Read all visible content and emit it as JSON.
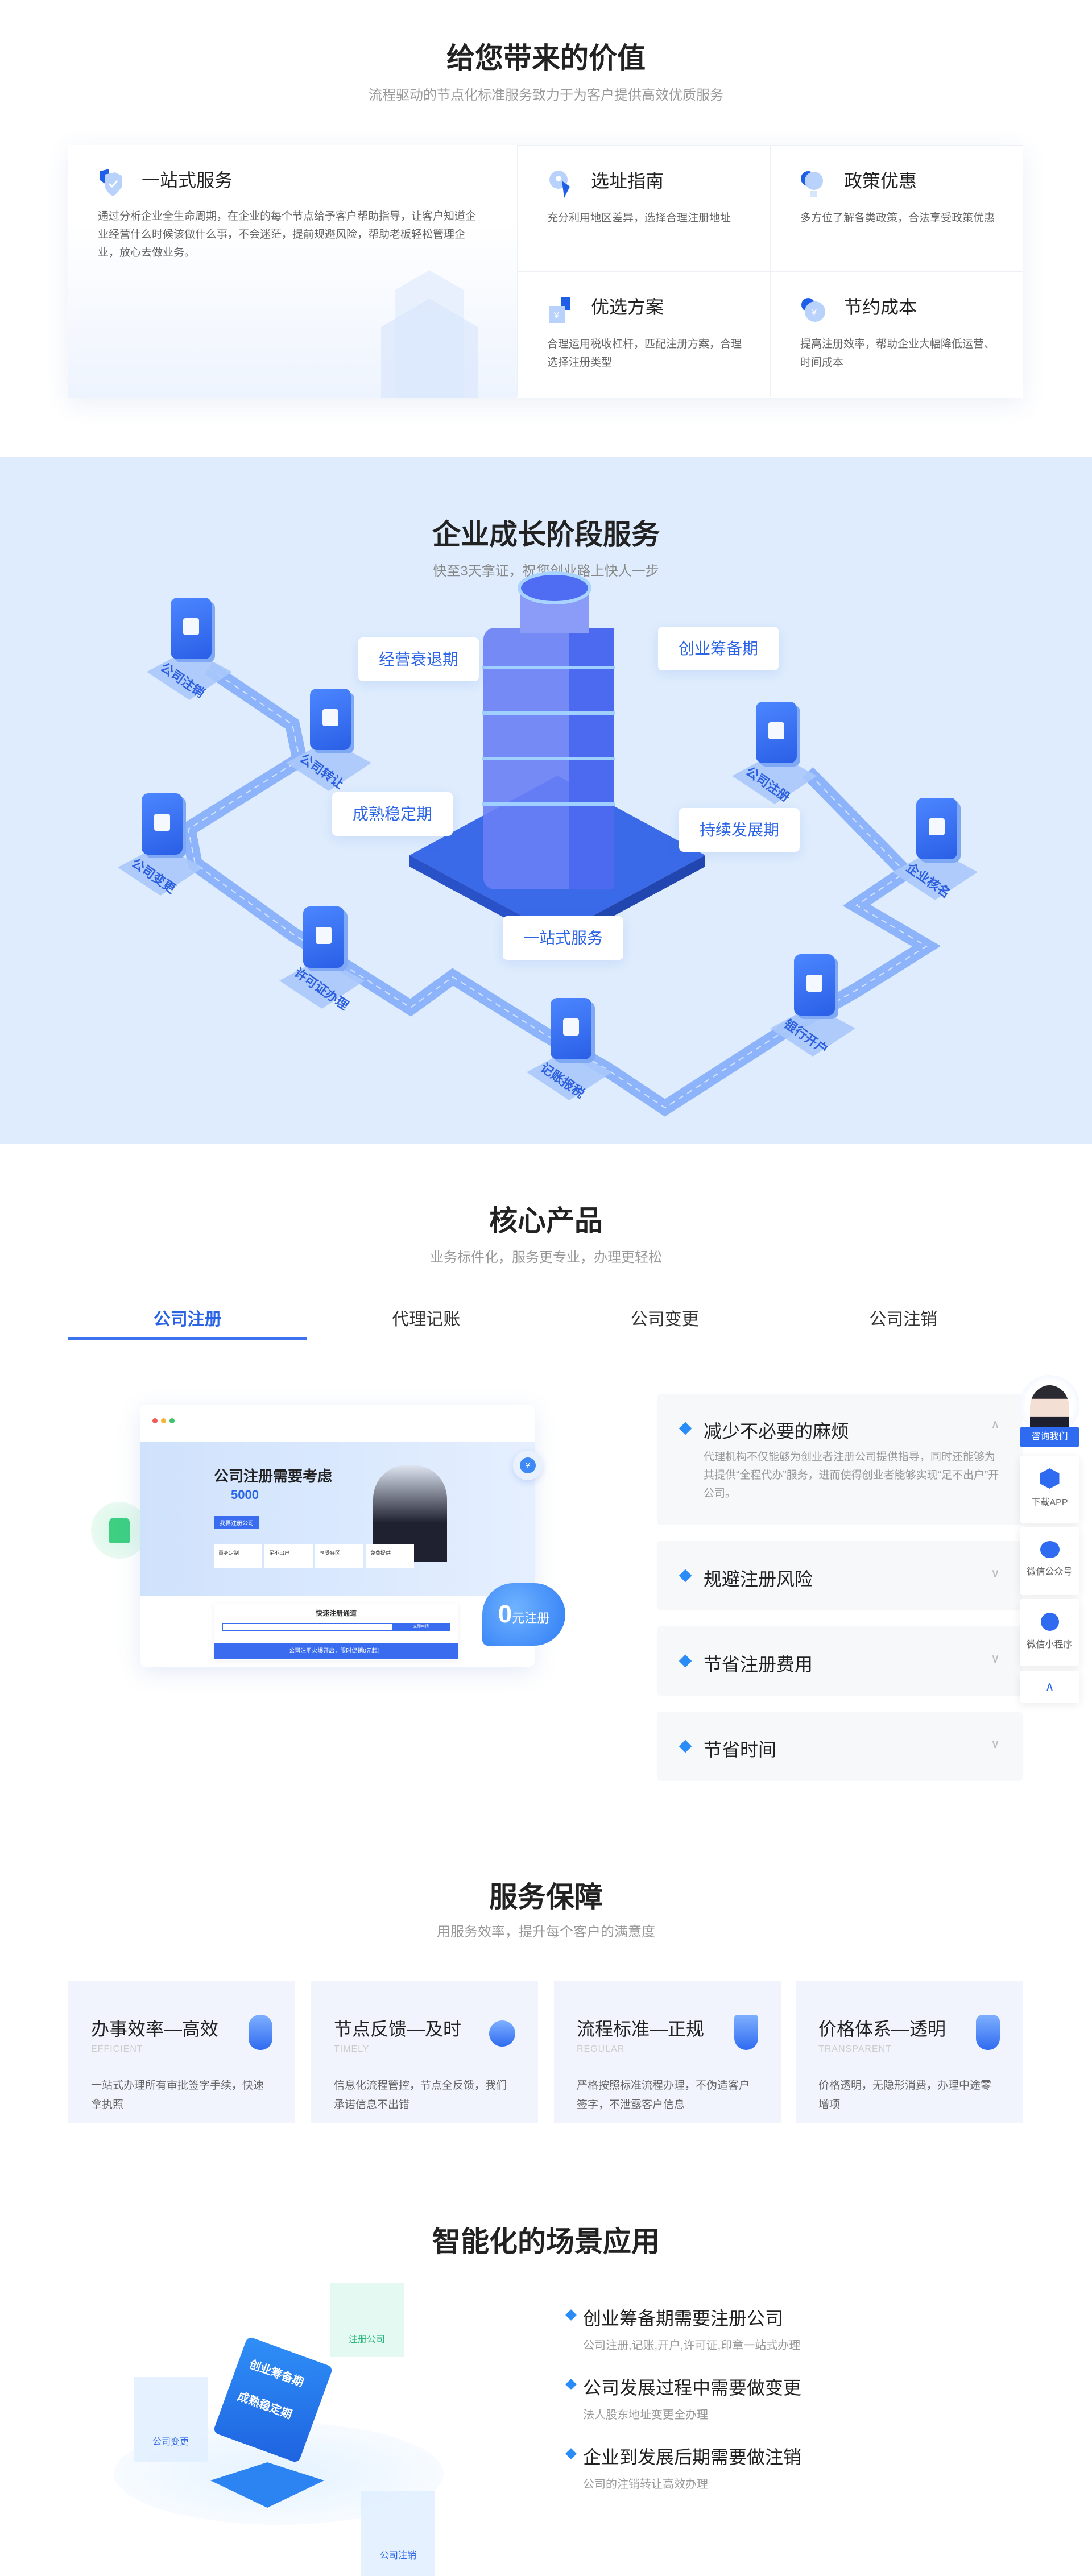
{
  "value": {
    "title": "给您带来的价值",
    "subtitle": "流程驱动的节点化标准服务致力于为客户提供高效优质服务",
    "main": {
      "title": "一站式服务",
      "desc": "通过分析企业全生命周期，在企业的每个节点给予客户帮助指导，让客户知道企业经营什么时候该做什么事，不会迷茫，提前规避风险，帮助老板轻松管理企业，放心去做业务。"
    },
    "items": [
      {
        "title": "选址指南",
        "desc": "充分利用地区差异，选择合理注册地址"
      },
      {
        "title": "政策优惠",
        "desc": "多方位了解各类政策，合法享受政策优惠"
      },
      {
        "title": "优选方案",
        "desc": "合理运用税收杠杆，匹配注册方案，合理选择注册类型"
      },
      {
        "title": "节约成本",
        "desc": "提高注册效率，帮助企业大幅降低运营、时间成本"
      }
    ]
  },
  "growth": {
    "title": "企业成长阶段服务",
    "subtitle": "快至3天拿证，祝您创业路上快人一步",
    "stages": {
      "decline": "经营衰退期",
      "prep": "创业筹备期",
      "mature": "成熟稳定期",
      "develop": "持续发展期",
      "onestop": "一站式服务"
    },
    "nodes": [
      "公司注销",
      "公司转让",
      "公司变更",
      "许可证办理",
      "记账报税",
      "银行开户",
      "企业核名",
      "公司注册"
    ]
  },
  "products": {
    "title": "核心产品",
    "subtitle": "业务标件化，服务更专业，办理更轻松",
    "tabs": [
      "公司注册",
      "代理记账",
      "公司变更",
      "公司注销"
    ],
    "mock": {
      "headline": "公司注册需要考虑",
      "number": "5000",
      "cta": "我要注册公司",
      "features": [
        "量身定制",
        "足不出户",
        "享受各区",
        "免费提供"
      ],
      "form_title": "快速注册通道",
      "submit": "立即申请",
      "banner": "公司注册火爆开启，限时促销0元起！",
      "badge_num": "0",
      "badge_text": "元注册"
    },
    "accordion": [
      {
        "title": "减少不必要的麻烦",
        "desc": "代理机构不仅能够为创业者注册公司提供指导，同时还能够为其提供“全程代办”服务，进而使得创业者能够实现“足不出户”开公司。"
      },
      {
        "title": "规避注册风险"
      },
      {
        "title": "节省注册费用"
      },
      {
        "title": "节省时间"
      }
    ]
  },
  "guarantee": {
    "title": "服务保障",
    "subtitle": "用服务效率，提升每个客户的满意度",
    "cards": [
      {
        "title": "办事效率—高效",
        "en": "EFFICIENT",
        "desc": "一站式办理所有审批签字手续，快速拿执照"
      },
      {
        "title": "节点反馈—及时",
        "en": "TIMELY",
        "desc": "信息化流程管控，节点全反馈，我们承诺信息不出错"
      },
      {
        "title": "流程标准—正规",
        "en": "REGULAR",
        "desc": "严格按照标准流程办理，不伪造客户签字，不泄露客户信息"
      },
      {
        "title": "价格体系—透明",
        "en": "TRANSPARENT",
        "desc": "价格透明，无隐形消费，办理中途零增项"
      }
    ]
  },
  "scenes": {
    "title": "智能化的场景应用",
    "items": [
      {
        "title": "创业筹备期需要注册公司",
        "desc": "公司注册,记账,开户,许可证,印章一站式办理"
      },
      {
        "title": "公司发展过程中需要做变更",
        "desc": "法人股东地址变更全办理"
      },
      {
        "title": "企业到发展后期需要做注销",
        "desc": "公司的注销转让高效办理"
      }
    ],
    "cube": {
      "a": "创业筹备期",
      "b": "成熟稳定期"
    },
    "cards": [
      "注册公司",
      "公司变更",
      "公司注销"
    ]
  },
  "sidebar": {
    "consult": "咨询我们",
    "app": "下载APP",
    "wechat_oa": "微信公众号",
    "wechat_mini": "微信小程序"
  },
  "colors": {
    "accent": "#2a64e6",
    "light_bg": "#deecfd"
  }
}
